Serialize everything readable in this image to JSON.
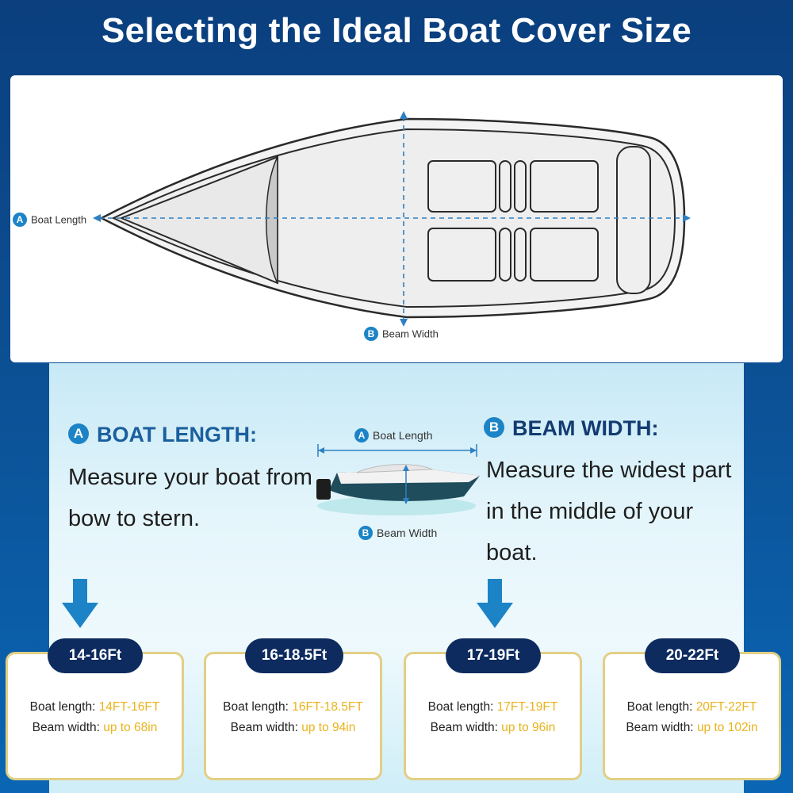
{
  "title": "Selecting the Ideal Boat Cover Size",
  "diagram": {
    "length_label": {
      "letter": "A",
      "text": "Boat Length"
    },
    "beam_label": {
      "letter": "B",
      "text": "Beam Width"
    }
  },
  "boat_length": {
    "letter": "A",
    "heading": "BOAT LENGTH:",
    "body": "Measure your boat from bow to stern."
  },
  "beam_width": {
    "letter": "B",
    "heading": "BEAM WIDTH:",
    "body": "Measure the widest part in the middle of your boat."
  },
  "photo_labels": {
    "length": {
      "letter": "A",
      "text": "Boat Length"
    },
    "beam": {
      "letter": "B",
      "text": "Beam Width"
    }
  },
  "sizes": [
    {
      "tab": "14-16Ft",
      "length_label": "Boat length: ",
      "length_value": "14FT-16FT",
      "beam_label": "Beam width: ",
      "beam_value": "up to 68in"
    },
    {
      "tab": "16-18.5Ft",
      "length_label": "Boat length: ",
      "length_value": "16FT-18.5FT",
      "beam_label": "Beam width: ",
      "beam_value": "up to 94in"
    },
    {
      "tab": "17-19Ft",
      "length_label": "Boat length: ",
      "length_value": "17FT-19FT",
      "beam_label": "Beam width: ",
      "beam_value": "up to 96in"
    },
    {
      "tab": "20-22Ft",
      "length_label": "Boat length: ",
      "length_value": "20FT-22FT",
      "beam_label": "Beam width: ",
      "beam_value": "up to 102in"
    }
  ],
  "colors": {
    "background": "#0c4f93",
    "accent": "#1c84c6",
    "tab": "#0d2b5e",
    "highlight": "#e9b31c",
    "card_border": "#e2cf85"
  }
}
